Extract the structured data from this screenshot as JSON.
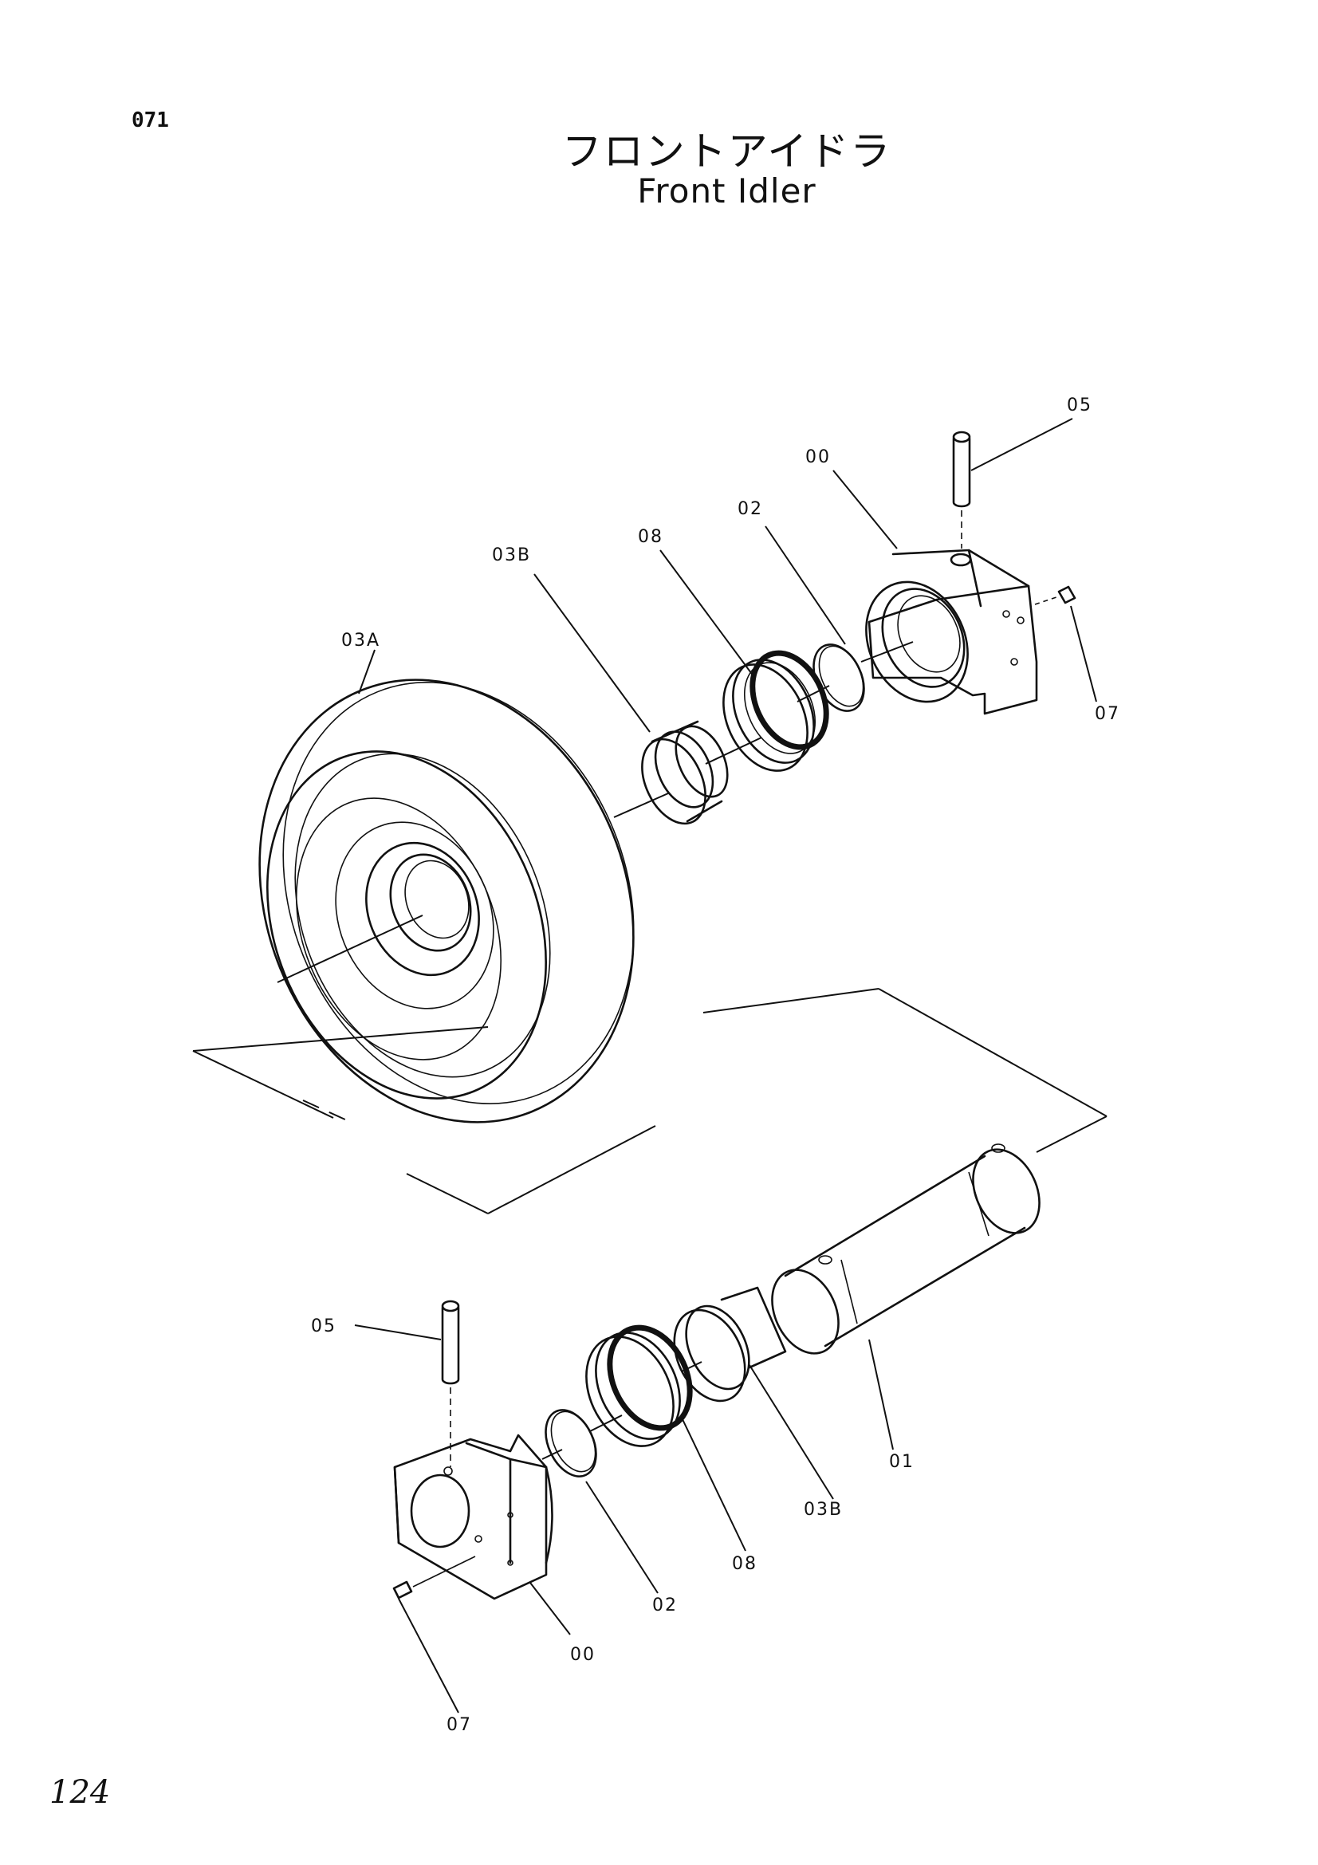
{
  "header": {
    "section_number": "071",
    "title_jp": "フロントアイドラ",
    "title_en": "Front Idler"
  },
  "callouts": [
    {
      "id": "upper-05",
      "label": "05"
    },
    {
      "id": "upper-00",
      "label": "00"
    },
    {
      "id": "upper-02",
      "label": "02"
    },
    {
      "id": "upper-08",
      "label": "08"
    },
    {
      "id": "upper-03b",
      "label": "03B"
    },
    {
      "id": "upper-03a",
      "label": "03A"
    },
    {
      "id": "upper-07",
      "label": "07"
    },
    {
      "id": "lower-05",
      "label": "05"
    },
    {
      "id": "lower-01",
      "label": "01"
    },
    {
      "id": "lower-03b",
      "label": "03B"
    },
    {
      "id": "lower-08",
      "label": "08"
    },
    {
      "id": "lower-02",
      "label": "02"
    },
    {
      "id": "lower-00",
      "label": "00"
    },
    {
      "id": "lower-07",
      "label": "07"
    }
  ],
  "footer": {
    "page_number": "124"
  }
}
